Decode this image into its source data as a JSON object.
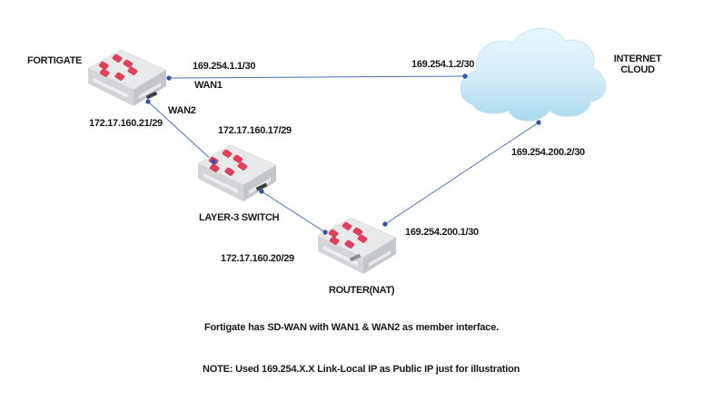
{
  "diagram": {
    "nodes": {
      "fortigate": {
        "label": "FORTIGATE",
        "type": "firewall"
      },
      "switch": {
        "label": "LAYER-3 SWITCH",
        "type": "switch"
      },
      "router": {
        "label": "ROUTER(NAT)",
        "type": "router"
      },
      "cloud": {
        "label_line1": "INTERNET",
        "label_line2": "CLOUD",
        "type": "cloud"
      }
    },
    "links": [
      {
        "from": "fortigate",
        "to": "cloud",
        "from_ip": "169.254.1.1/30",
        "to_ip": "169.254.1.2/30",
        "interface": "WAN1"
      },
      {
        "from": "fortigate",
        "to": "switch",
        "from_ip": "172.17.160.21/29",
        "to_ip": "172.17.160.17/29",
        "interface": "WAN2"
      },
      {
        "from": "switch",
        "to": "router",
        "to_ip": "172.17.160.20/29"
      },
      {
        "from": "router",
        "to": "cloud",
        "from_ip": "169.254.200.1/30",
        "to_ip": "169.254.200.2/30"
      }
    ],
    "notes": [
      "Fortigate has SD-WAN with WAN1 & WAN2 as member interface.",
      "NOTE: Used 169.254.X.X Link-Local IP as Public IP just for illustration"
    ],
    "colors": {
      "link": "#4a6fb5",
      "endpoint": "#2f55a8",
      "logo": "#e0405a",
      "device_top": "#e6e7e9",
      "cloud": "#bfe3f3"
    }
  }
}
